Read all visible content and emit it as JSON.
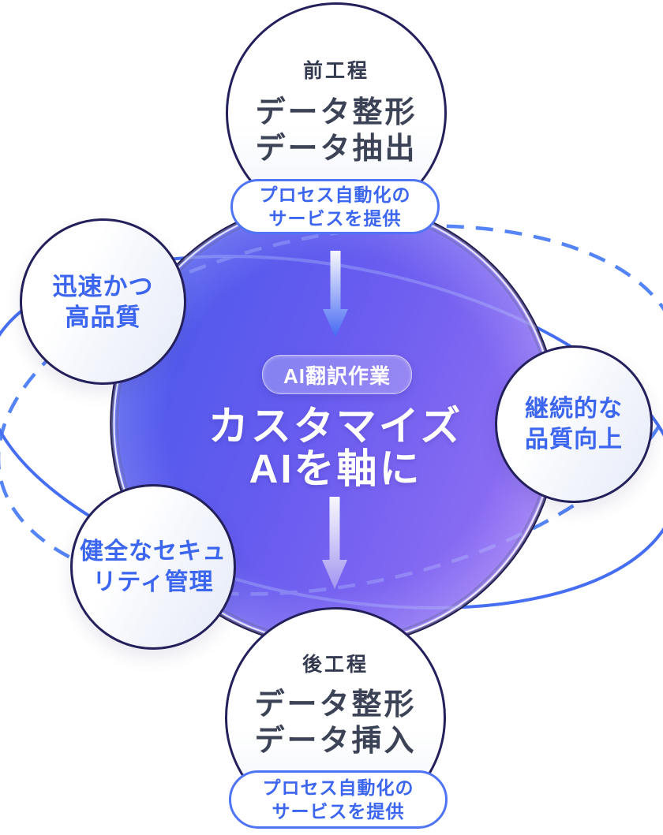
{
  "center": {
    "badge": "AI翻訳作業",
    "title_line1": "カスタマイズ",
    "title_line2": "AIを軸に"
  },
  "top_node": {
    "label": "前工程",
    "task1": "データ整形",
    "task2": "データ抽出",
    "pill_line1": "プロセス自動化の",
    "pill_line2": "サービスを提供"
  },
  "bottom_node": {
    "label": "後工程",
    "task1": "データ整形",
    "task2": "データ挿入",
    "pill_line1": "プロセス自動化の",
    "pill_line2": "サービスを提供"
  },
  "features": {
    "speed": {
      "line1": "迅速かつ",
      "line2": "高品質"
    },
    "quality": {
      "line1": "継続的な",
      "line2": "品質向上"
    },
    "security": {
      "line1": "健全なセキュ",
      "line2": "リティ管理"
    }
  },
  "colors": {
    "accent_blue_text": "#3c66f0",
    "pill_border_blue": "#4f74f5",
    "navy_outline": "#23205c",
    "core_gradient_start": "#4a59ec",
    "core_gradient_mid": "#685cef",
    "core_gradient_end": "#9571f4",
    "orbit_dashed_blue": "#5584f7",
    "orbit_solid_blue": "#466ef2",
    "arrow_top_end": "#4468f2",
    "arrow_bottom_end": "#a195ef",
    "dark_text": "#3d4356"
  }
}
